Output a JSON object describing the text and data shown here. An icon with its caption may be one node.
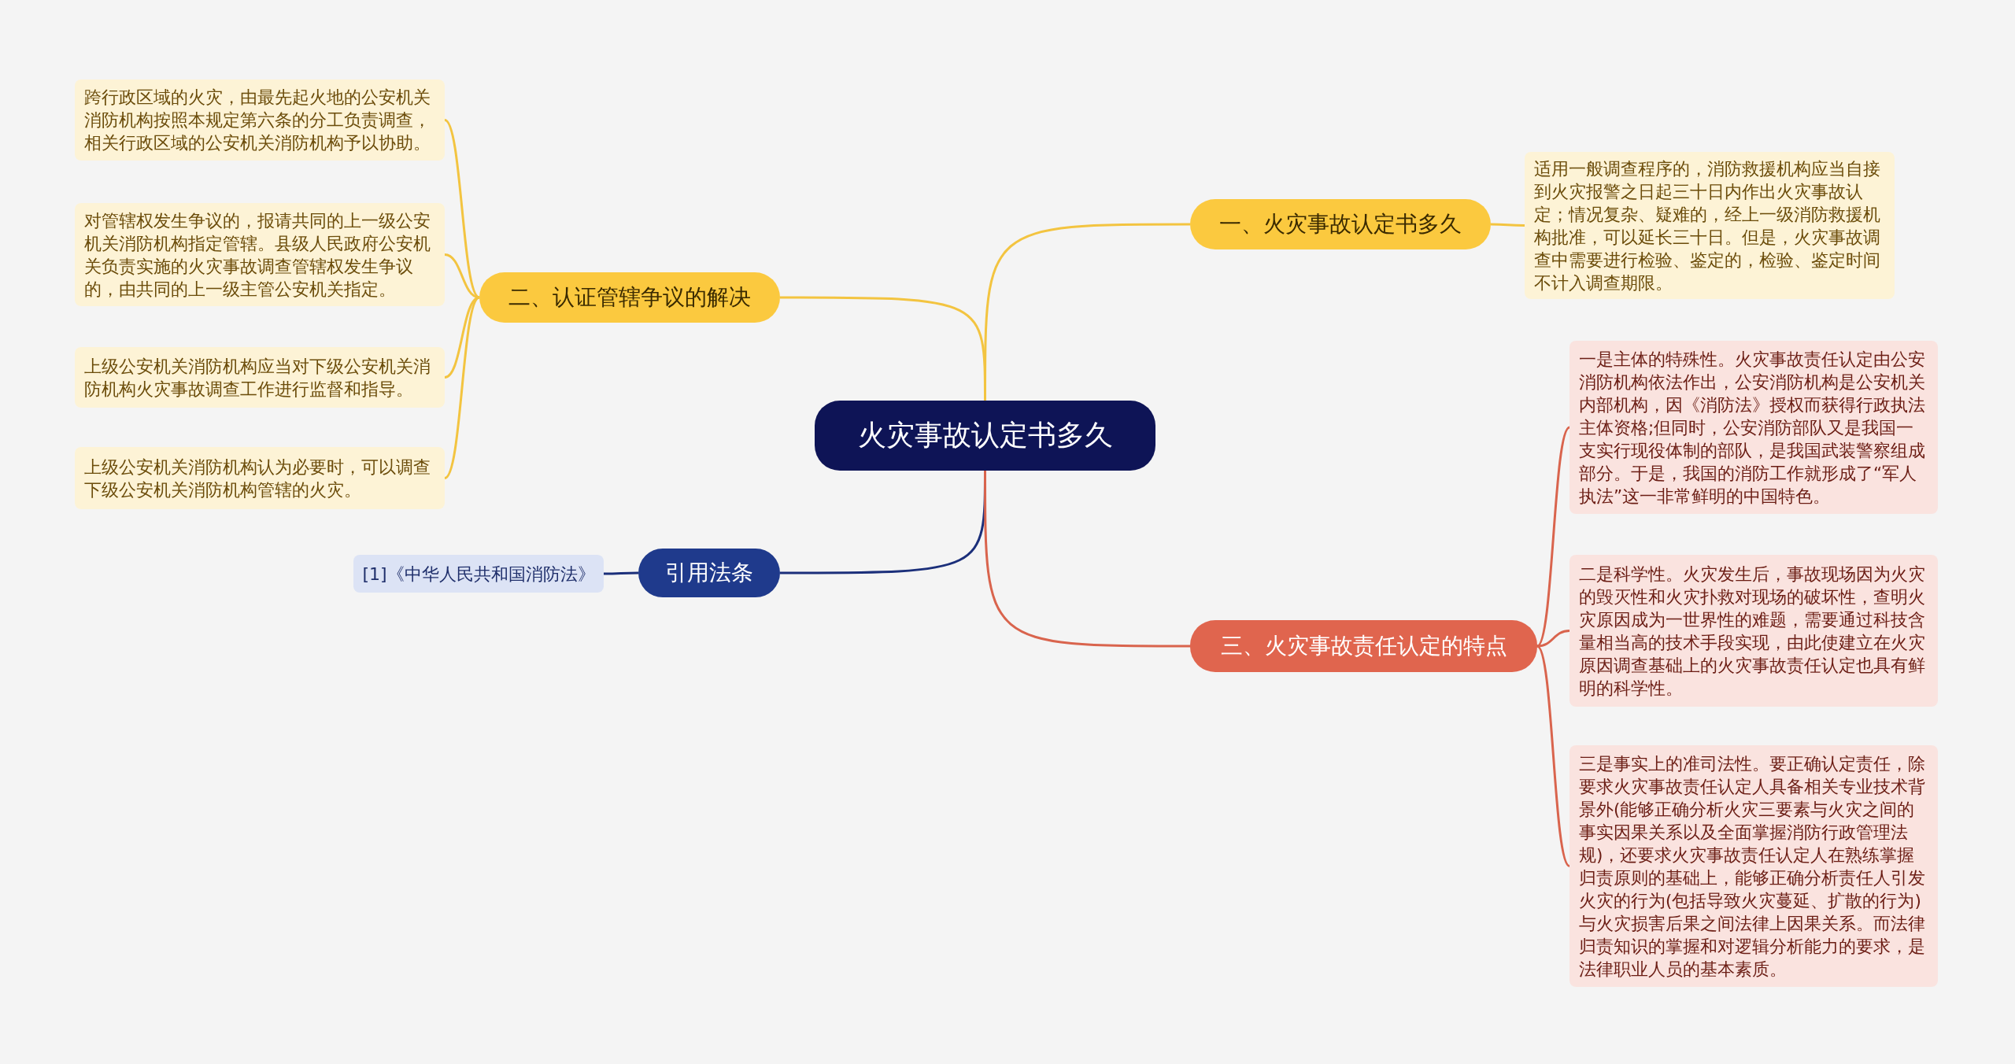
{
  "diagram": {
    "nodes": [
      {
        "text": [
          "火灾事故认定书多久"
        ]
      },
      {
        "text": [
          "一、火灾事故认定书多久"
        ]
      },
      {
        "text": [
          "适用一般调查程序的，消防救援机构应当自接到火灾报警之日起三十日内作出火灾事故认定；情况复杂、疑难的，经上一级消防救援机构批准，可以延长三十日。但是，火灾事故调查中需要进行检验、鉴定的，检验、鉴定时间不计入调查期限。"
        ]
      },
      {
        "text": [
          "二、认证管辖争议的解决"
        ]
      },
      {
        "text": [
          "跨行政区域的火灾，由最先起火地的公安机关消防机构按照本规定第六条的分工负责调查，相关行政区域的公安机关消防机构予以协助。"
        ]
      },
      {
        "text": [
          "对管辖权发生争议的，报请共同的上一级公安机关消防机构指定管辖。县级人民政府公安机关负责实施的火灾事故调查管辖权发生争议的，由共同的上一级主管公安机关指定。"
        ]
      },
      {
        "text": [
          "上级公安机关消防机构应当对下级公安机关消防机构火灾事故调查工作进行监督和指导。"
        ]
      },
      {
        "text": [
          "上级公安机关消防机构认为必要时，可以调查下级公安机关消防机构管辖的火灾。"
        ]
      },
      {
        "text": [
          "引用法条"
        ]
      },
      {
        "text": [
          "[1]《中华人民共和国消防法》"
        ]
      },
      {
        "text": [
          "三、火灾事故责任认定的特点"
        ]
      },
      {
        "text": [
          "一是主体的特殊性。火灾事故责任认定由公安消防机构依法作出，公安消防机构是公安机关内部机构，因《消防法》授权而获得行政执法主体资格;但同时，公安消防部队又是我国一支实行现役体制的部队，是我国武装警察组成部分。于是，我国的消防工作就形成了“军人执法”这一非常鲜明的中国特色。"
        ]
      },
      {
        "text": [
          "二是科学性。火灾发生后，事故现场因为火灾的毁灭性和火灾扑救对现场的破坏性，查明火灾原因成为一世界性的难题，需要通过科技含量相当高的技术手段实现，由此使建立在火灾原因调查基础上的火灾事故责任认定也具有鲜明的科学性。"
        ]
      },
      {
        "text": [
          "三是事实上的准司法性。要正确认定责任，除要求火灾事故责任认定人具备相关专业技术背景外(能够正确分析火灾三要素与火灾之间的事实因果关系以及全面掌握消防行政管理法规)，还要求火灾事故责任认定人在熟练掌握归责原则的基础上，能够正确分析责任人引发火灾的行为(包括导致火灾蔓延、扩散的行为)与火灾损害后果之间法律上因果关系。而法律归责知识的掌握和对逻辑分析能力的要求，是法律职业人员的基本素质。"
        ]
      }
    ],
    "edges": [
      {
        "from": 0,
        "to": 1,
        "arrow": "none"
      },
      {
        "from": 1,
        "to": 2,
        "arrow": "none"
      },
      {
        "from": 0,
        "to": 3,
        "arrow": "none"
      },
      {
        "from": 3,
        "to": 4,
        "arrow": "none"
      },
      {
        "from": 3,
        "to": 5,
        "arrow": "none"
      },
      {
        "from": 3,
        "to": 6,
        "arrow": "none"
      },
      {
        "from": 3,
        "to": 7,
        "arrow": "none"
      },
      {
        "from": 0,
        "to": 8,
        "arrow": "none",
        "color": "#1b2f7a"
      },
      {
        "from": 8,
        "to": 9,
        "arrow": "none",
        "color": "#1b2f7a"
      },
      {
        "from": 0,
        "to": 10,
        "arrow": "none",
        "color": "#d9644d"
      },
      {
        "from": 10,
        "to": 11,
        "arrow": "none",
        "color": "#d9644d"
      },
      {
        "from": 10,
        "to": 12,
        "arrow": "none",
        "color": "#d9644d"
      },
      {
        "from": 10,
        "to": 13,
        "arrow": "none",
        "color": "#d9644d"
      }
    ]
  }
}
